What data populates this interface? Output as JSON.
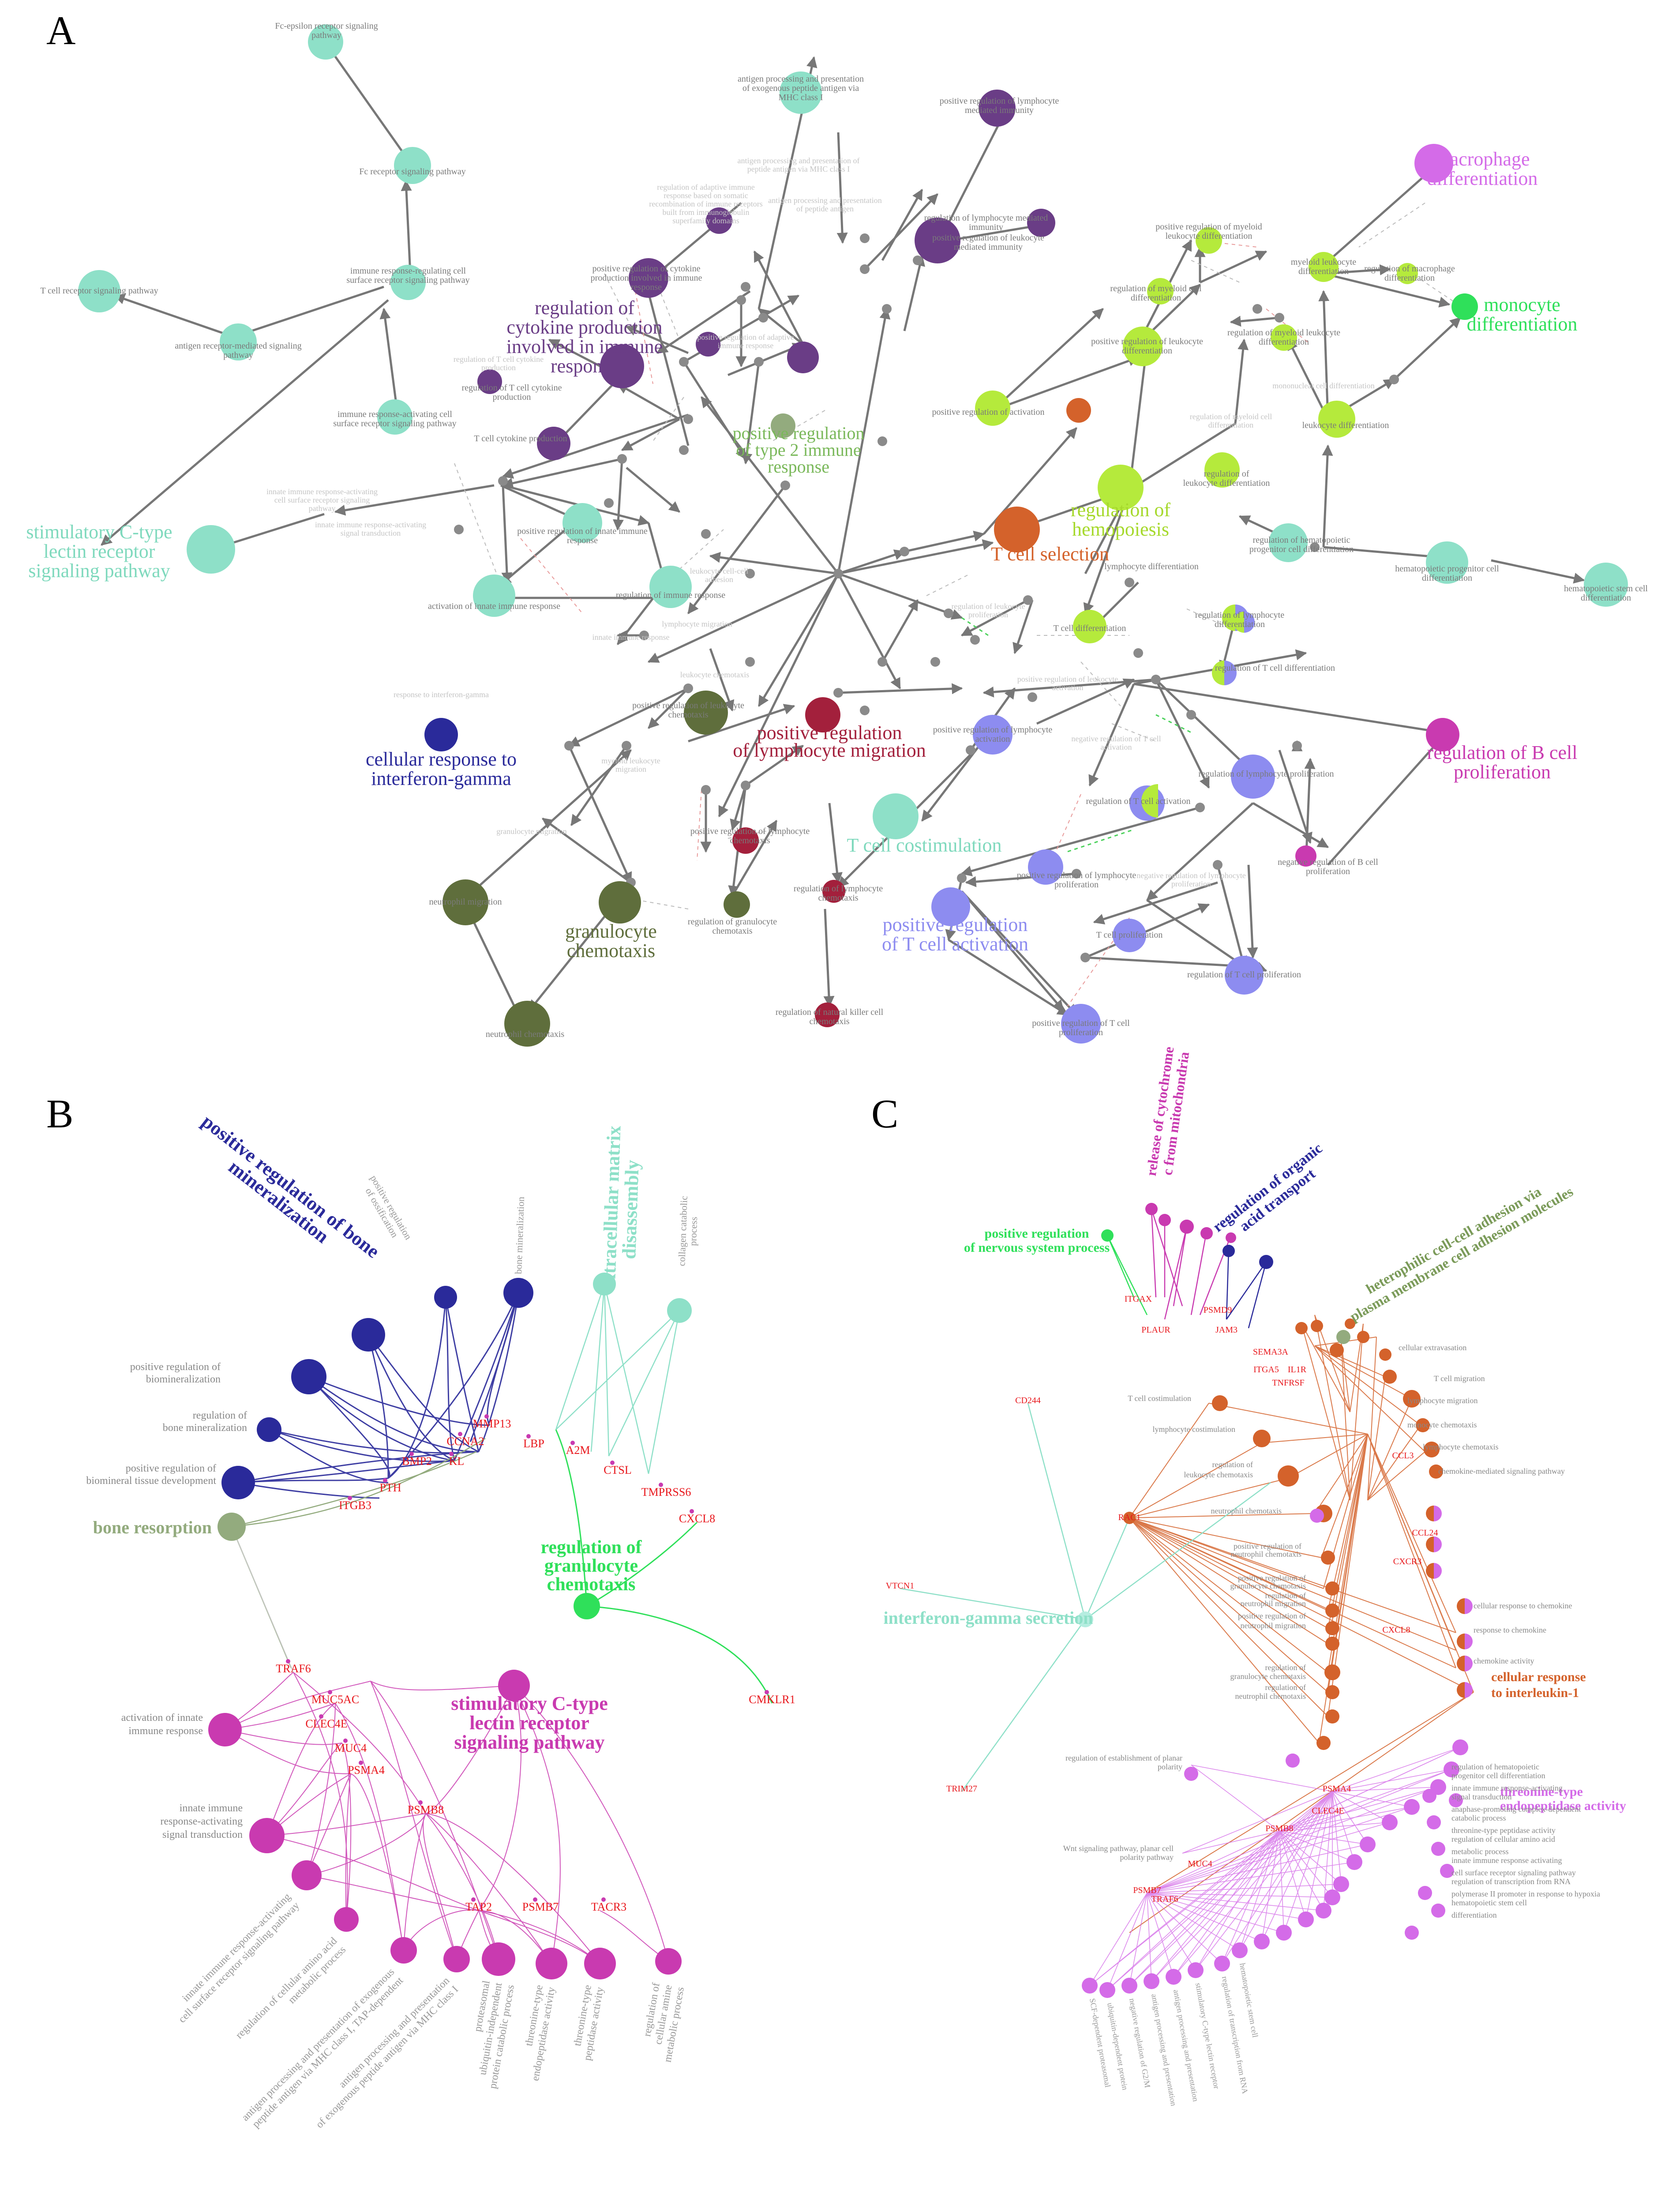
{
  "panels": {
    "a": "A",
    "b": "B",
    "c": "C"
  },
  "colors": {
    "teal": "#8ee0c8",
    "purple": "#6a3d86",
    "lime": "#b5ea3c",
    "green": "#2fe05a",
    "orange": "#d4622b",
    "olive": "#5f6e3c",
    "crimson": "#a3203c",
    "blue": "#2a2a9a",
    "periwinkle": "#8d8cf0",
    "magenta": "#c93ab0",
    "violet": "#d46be8",
    "gray": "#8a8a8a",
    "sage": "#93ab7e",
    "gene": "#e8161b"
  },
  "panelA": {
    "big": {
      "macrophage": [
        "macrophage",
        "differentiation"
      ],
      "monocyte": [
        "monocyte",
        "differentiation"
      ],
      "cytokine": [
        "regulation of",
        "cytokine production",
        "involved in immune",
        "response"
      ],
      "type2": [
        "positive regulation",
        "of type 2 immune",
        "response"
      ],
      "hemopoiesis": [
        "regulation of",
        "hemopoiesis"
      ],
      "tselection": [
        "T cell selection"
      ],
      "stimC": [
        "stimulatory C-type",
        "lectin receptor",
        "signaling pathway"
      ],
      "ifng": [
        "cellular response to",
        "interferon-gamma"
      ],
      "lymmig": [
        "positive regulation",
        "of lymphocyte migration"
      ],
      "bcell": [
        "regulation of B cell",
        "proliferation"
      ],
      "tcostim": [
        "T cell costimulation"
      ],
      "granchem": [
        "granulocyte",
        "chemotaxis"
      ],
      "tcellact": [
        "positive regulation",
        "of T cell activation"
      ]
    },
    "small": {
      "fceps": [
        "Fc-epsilon receptor signaling",
        "pathway"
      ],
      "fcrec": [
        "Fc receptor signaling pathway"
      ],
      "tcrsig": [
        "T cell receptor signaling pathway"
      ],
      "antrec": [
        "antigen receptor-mediated signaling",
        "pathway"
      ],
      "immrec": [
        "immune response-regulating cell",
        "surface receptor signaling pathway"
      ],
      "immact": [
        "immune response-activating cell",
        "surface receptor signaling pathway"
      ],
      "antproc": [
        "antigen processing and presentation",
        "of exogenous peptide antigen via",
        "MHC class I"
      ],
      "lymimm": [
        "positive regulation of lymphocyte",
        "mediated immunity"
      ],
      "leuimm": [
        "regulation of lymphocyte mediated",
        "immunity"
      ],
      "posleu": [
        "positive regulation of leukocyte",
        "mediated immunity"
      ],
      "myeloid": [
        "positive regulation of myeloid",
        "leukocyte differentiation"
      ],
      "myeleu": [
        "myeloid leukocyte",
        "differentiation"
      ],
      "regmac": [
        "regulation of macrophage",
        "differentiation"
      ],
      "regmyel": [
        "regulation of myeloid cell",
        "differentiation"
      ],
      "posleudiff": [
        "positive regulation of leukocyte",
        "differentiation"
      ],
      "regmyleu": [
        "regulation of myeloid leukocyte",
        "differentiation"
      ],
      "poscyt": [
        "positive regulation of cytokine",
        "production involved in immune",
        "response"
      ],
      "regcyt": [
        "regulation of T cell cytokine",
        "production"
      ],
      "tcyt": [
        "T cell cytokine production"
      ],
      "posinn": [
        "positive regulation of innate immune",
        "response"
      ],
      "actinn": [
        "activation of innate immune response"
      ],
      "regimm": [
        "regulation of immune response"
      ],
      "posactiv": [
        "positive regulation of activation"
      ],
      "lymdiff": [
        "lymphocyte differentiation"
      ],
      "leudiff": [
        "leukocyte differentiation"
      ],
      "regleudiff": [
        "regulation of",
        "leukocyte differentiation"
      ],
      "reghem": [
        "regulation of hematopoietic",
        "progenitor cell differentiation"
      ],
      "hemprog": [
        "hematopoietic progenitor cell",
        "differentiation"
      ],
      "hemstem": [
        "hematopoietic stem cell",
        "differentiation"
      ],
      "reglym": [
        "regulation of lymphocyte",
        "differentiation"
      ],
      "tdiff": [
        "T cell differentiation"
      ],
      "regtdiff": [
        "regulation of T cell differentiation"
      ],
      "posleuchem": [
        "positive regulation of leukocyte",
        "chemotaxis"
      ],
      "neutmig": [
        "neutrophil migration"
      ],
      "neutchem": [
        "neutrophil chemotaxis"
      ],
      "reggranchem": [
        "regulation of granulocyte",
        "chemotaxis"
      ],
      "reglymchem": [
        "regulation of lymphocyte",
        "chemotaxis"
      ],
      "poslymchem": [
        "positive regulation of lymphocyte",
        "chemotaxis"
      ],
      "regnk": [
        "regulation of natural killer cell",
        "chemotaxis"
      ],
      "poslymprol": [
        "positive regulation of lymphocyte",
        "proliferation"
      ],
      "reglymprol": [
        "regulation of lymphocyte proliferation"
      ],
      "regtact": [
        "regulation of T cell activation"
      ],
      "negbcell": [
        "negative regulation of B cell",
        "proliferation"
      ],
      "tprol": [
        "T cell proliferation"
      ],
      "regtprol": [
        "regulation of T cell proliferation"
      ],
      "postprol": [
        "positive regulation of T cell",
        "proliferation"
      ],
      "lymact": [
        "positive regulation of lymphocyte",
        "activation"
      ]
    },
    "faint": {
      "f1": [
        "regulation of adaptive immune",
        "response based on somatic",
        "recombination of immune receptors",
        "built from immunoglobulin",
        "superfamily domains"
      ],
      "f2": [
        "antigen processing and presentation of",
        "peptide antigen via MHC class I"
      ],
      "f3": [
        "antigen processing and presentation",
        "of peptide antigen"
      ],
      "f4": [
        "positive regulation of adaptive",
        "immune response"
      ],
      "f5": [
        "regulation of T cell cytokine",
        "production"
      ],
      "f6": [
        "innate immune response-activating",
        "cell surface receptor signaling",
        "pathway"
      ],
      "f7": [
        "innate immune response-activating",
        "signal transduction"
      ],
      "f8": [
        "innate immune response"
      ],
      "f9": [
        "response to interferon-gamma"
      ],
      "f10": [
        "myeloid leukocyte",
        "migration"
      ],
      "f11": [
        "granulocyte migration"
      ],
      "f12": [
        "leukocyte chemotaxis"
      ],
      "f13": [
        "lymphocyte migration"
      ],
      "f14": [
        "negative regulation of T cell",
        "activation"
      ],
      "f15": [
        "negative regulation of lymphocyte",
        "proliferation"
      ],
      "f16": [
        "positive regulation of leukocyte",
        "activation"
      ],
      "f17": [
        "mononuclear cell differentiation"
      ],
      "f18": [
        "regulation of myeloid cell",
        "differentiation"
      ],
      "f19": [
        "leukocyte cell-cell",
        "adhesion"
      ],
      "f20": [
        "regulation of leukocyte",
        "proliferation"
      ]
    }
  },
  "panelB": {
    "labels": {
      "bonemin": [
        "positive regulation of bone",
        "mineralization"
      ],
      "ecm": [
        "extracellular matrix",
        "disassembly"
      ],
      "pososs": [
        "positive regulation",
        "of ossification"
      ],
      "bonemin2": [
        "bone mineralization"
      ],
      "collagen": [
        "collagen catabolic",
        "process"
      ],
      "posbiomin": [
        "positive regulation of",
        "biomineralization"
      ],
      "regbone": [
        "regulation of",
        "bone mineralization"
      ],
      "posbiotiss": [
        "positive regulation of",
        "biomineral tissue development"
      ],
      "boneres": [
        "bone resorption"
      ],
      "granchem": [
        "regulation of",
        "granulocyte",
        "chemotaxis"
      ],
      "stimC": [
        "stimulatory C-type",
        "lectin receptor",
        "signaling pathway"
      ],
      "actinn": [
        "activation of innate",
        "immune response"
      ],
      "innimm": [
        "innate immune",
        "response-activating",
        "signal transduction"
      ],
      "bot1": [
        "innate immune response-activating",
        "cell surface receptor signaling pathway"
      ],
      "bot2": [
        "regulation of cellular amino acid",
        "metabolic process"
      ],
      "bot3": [
        "antigen processing and presentation of exogenous",
        "peptide antigen via MHC class I, TAP-dependent"
      ],
      "bot4": [
        "antigen processing and presentation",
        "of exogenous peptide antigen via MHC class I"
      ],
      "bot5": [
        "proteasomal",
        "ubiquitin-independent",
        "protein catabolic process"
      ],
      "bot6": [
        "threonine-type",
        "endopeptidase activity"
      ],
      "bot7": [
        "threonine-type",
        "peptidase activity"
      ],
      "bot8": [
        "regulation of",
        "cellular amine",
        "metabolic process"
      ]
    },
    "genes": [
      "MMP13",
      "CCNA2",
      "KL",
      "BMP2",
      "PTH",
      "ITGB3",
      "LBP",
      "A2M",
      "CTSL",
      "TMPRSS6",
      "CXCL8",
      "CMKLR1",
      "TRAF6",
      "MUC5AC",
      "CLEC4E",
      "MUC4",
      "PSMA4",
      "PSMB8",
      "TAP2",
      "PSMB7",
      "TACR3"
    ]
  },
  "panelC": {
    "labels": {
      "nervous": [
        "positive regulation",
        "of nervous system process"
      ],
      "cytc": [
        "release of cytochrome",
        "c from mitochondria"
      ],
      "organic": [
        "regulation of organic",
        "acid transport"
      ],
      "hetero": [
        "heterophilic cell-cell adhesion via",
        "plasma membrane cell adhesion molecules"
      ],
      "ifng": [
        "interferon-gamma secretion"
      ],
      "il1": [
        "cellular response",
        "to interleukin-1"
      ],
      "threonine": [
        "threonine-type",
        "endopeptidase activity"
      ]
    },
    "rightLabels": [
      "cellular extravasation",
      "T cell migration",
      "lymphocyte migration",
      "monocyte chemotaxis",
      "lymphocyte chemotaxis",
      "chemokine-mediated signaling pathway",
      "cellular response to chemokine",
      "response to chemokine",
      "chemokine activity"
    ],
    "leftLabels": [
      "T cell costimulation",
      "lymphocyte costimulation",
      "regulation of",
      "leukocyte chemotaxis",
      "neutrophil chemotaxis",
      "positive regulation of",
      "neutrophil chemotaxis",
      "positive regulation of",
      "granulocyte chemotaxis",
      "regulation of",
      "neutrophil migration",
      "positive regulation of",
      "neutrophil migration",
      "regulation of",
      "granulocyte chemotaxis",
      "regulation of",
      "neutrophil chemotaxis"
    ],
    "purpleRight": [
      "regulation of hematopoietic",
      "progenitor cell differentiation",
      "innate immune response-activating",
      "signal transduction",
      "anaphase-promoting complex-dependent",
      "catabolic process",
      "threonine-type peptidase activity",
      "regulation of cellular amino acid",
      "metabolic process",
      "innate immune response activating",
      "cell surface receptor signaling pathway",
      "regulation of transcription from RNA",
      "polymerase II promoter in response to hypoxia",
      "hematopoietic stem cell",
      "differentiation"
    ],
    "purpleLeft": [
      "regulation of establishment of planar",
      "polarity",
      "Wnt signaling pathway, planar cell",
      "polarity pathway"
    ],
    "genes": [
      "CD244",
      "VTCN1",
      "RAC1",
      "TRIM27",
      "ITGAX",
      "PLAUR",
      "CCL3",
      "CCL24",
      "CXCR3",
      "CXCL8",
      "PSMA4",
      "CLEC4E",
      "PSMB8",
      "PSMB7",
      "TRAF6",
      "MUC4",
      "PSMD9",
      "SEMA3A",
      "ITGA5",
      "IL1R",
      "TNFRSF",
      "JAM3"
    ]
  }
}
